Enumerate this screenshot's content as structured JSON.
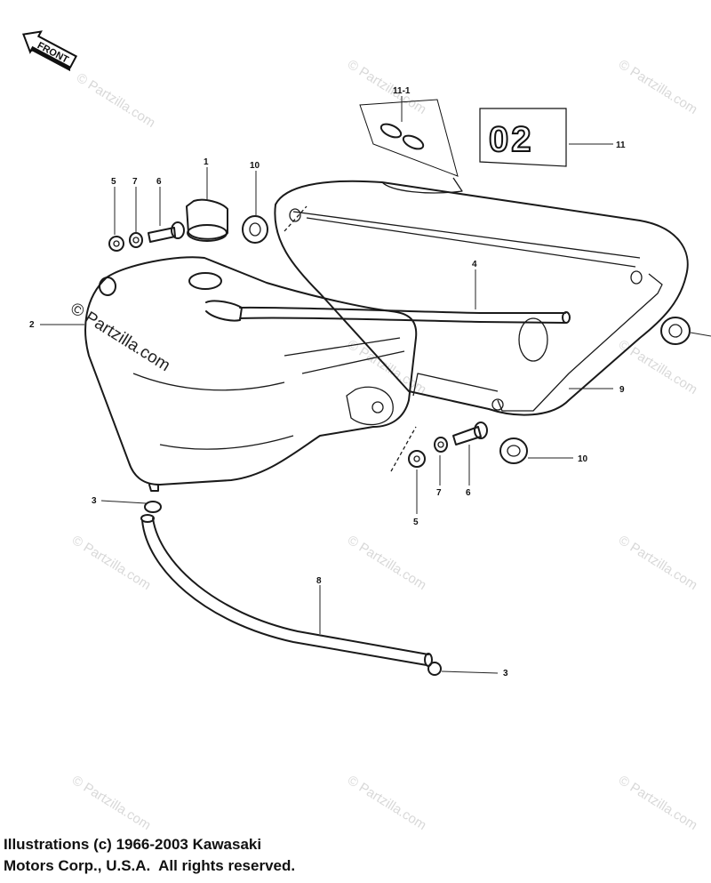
{
  "front_arrow": {
    "label": "FRONT"
  },
  "watermark": {
    "text": "© Partzilla.com"
  },
  "callouts": [
    {
      "id": "c1",
      "label": "1"
    },
    {
      "id": "c2",
      "label": "2"
    },
    {
      "id": "c3a",
      "label": "3"
    },
    {
      "id": "c3b",
      "label": "3"
    },
    {
      "id": "c4",
      "label": "4"
    },
    {
      "id": "c5a",
      "label": "5"
    },
    {
      "id": "c5b",
      "label": "5"
    },
    {
      "id": "c6a",
      "label": "6"
    },
    {
      "id": "c6b",
      "label": "6"
    },
    {
      "id": "c7a",
      "label": "7"
    },
    {
      "id": "c7b",
      "label": "7"
    },
    {
      "id": "c8",
      "label": "8"
    },
    {
      "id": "c9",
      "label": "9"
    },
    {
      "id": "c10a",
      "label": "10"
    },
    {
      "id": "c10b",
      "label": "10"
    },
    {
      "id": "c11",
      "label": "11"
    },
    {
      "id": "c11_1",
      "label": "11-1"
    }
  ],
  "emblem": {
    "text": "02"
  },
  "copyright": {
    "line1": "Illustrations (c) 1966-2003 Kawasaki",
    "line2": "Motors Corp., U.S.A.  All rights reserved."
  }
}
